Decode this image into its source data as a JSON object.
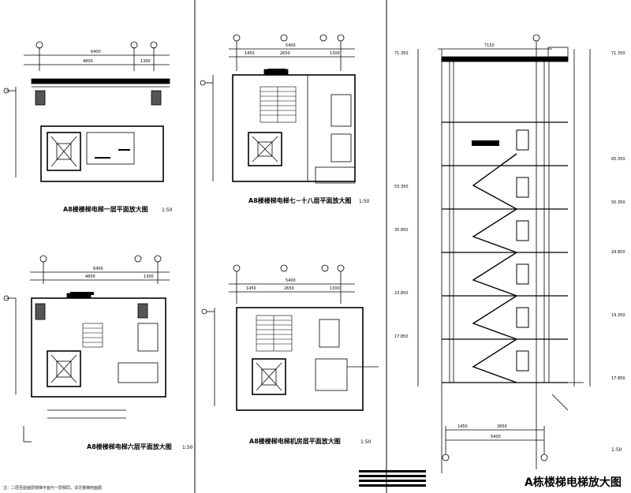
{
  "sheet": {
    "main_title": "A栋楼梯电梯放大图",
    "plans": [
      {
        "title": "A8楼楼梯电梯一层平面放大图",
        "scale": "1:50"
      },
      {
        "title": "A8楼楼梯电梯七~十八层平面放大图",
        "scale": "1:50"
      },
      {
        "title": "A8楼楼梯电梯六层平面放大图",
        "scale": "1:50"
      },
      {
        "title": "A8楼楼梯电梯机房层平面放大图",
        "scale": "1:50"
      }
    ],
    "section_scale": "1:50",
    "footnote": "注：二层至屋面层楼梯平面与一层相同，详见楼梯剖面图",
    "dims": {
      "plan1_top": "6400",
      "plan1_a": "4800",
      "plan1_b": "1300",
      "plan2_top": "5400",
      "plan2_a": "1450",
      "plan2_b": "2650",
      "plan2_c": "1300",
      "plan3_top": "6400",
      "plan3_a": "4800",
      "plan3_b": "1300",
      "plan4_top": "5400",
      "plan4_a": "1450",
      "plan4_b": "2650",
      "plan4_c": "1300",
      "sec_top": "7150",
      "sec_bot_a": "1450",
      "sec_bot_b": "2650",
      "sec_bot_total": "5400"
    },
    "elevations": [
      "71.350",
      "65.350",
      "53.350",
      "50.350",
      "35.850",
      "29.850",
      "23.850",
      "19.350",
      "17.850"
    ]
  }
}
